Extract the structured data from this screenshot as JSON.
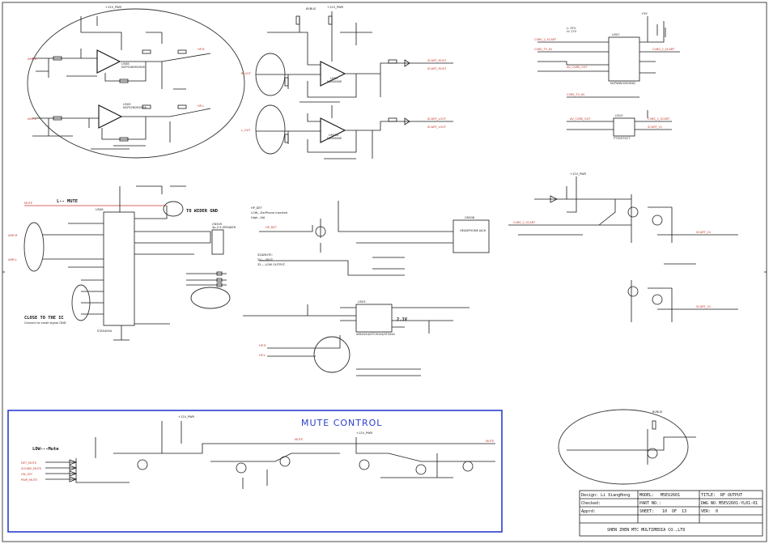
{
  "ic_labels": {
    "u508_ref": "U508",
    "u508_part": "NCP5260M2006",
    "u509_ref": "U509",
    "u509_part": "NCP5260M2006",
    "u505_ref": "U505",
    "u505_part": "NJM4580E",
    "u504_ref": "U504A",
    "u504_part": "NJM4580E",
    "u507_ref": "U507",
    "u507_part": "NCPWW3330E0D",
    "u510_ref": "U510",
    "u510_part": "FT3557SCT",
    "u506_ref": "U506",
    "u506_part": "STA540SA",
    "u503_ref": "U503",
    "u503_part": "APA2044/STC5044/SF2044",
    "jack_ref": "CN508",
    "jack_part": "HEADPHONE JACK",
    "spk_ref": "CN509",
    "spk_part": "4p-2.5-SPEAKER"
  },
  "net_labels": {
    "mute": "MUTE",
    "amp_r": "AMP-R",
    "amp_l": "AMP-L",
    "hp_r": "HP-R",
    "hp_l": "HP-L",
    "l_out": "L_OUT",
    "r_out": "R_OUT",
    "scart_rout": "SCART_ROUT",
    "scart_lout": "SCART_LOUT",
    "hp_det": "HP_DET",
    "cvbs_scart": "CVBS_2_SCART",
    "cvbs_tv": "CVBS_TV_IN",
    "av_out": "AV_CVBS_OUT",
    "scart_v": "SCART_V1",
    "pwr_12v": "+12V_PWR",
    "vcc_5v": "+5V",
    "pwr_8v": "8VBUS"
  },
  "annotations": {
    "l_mute": "L-- MUTE",
    "wider_gnd": "TO WIDER GND",
    "close_ic_1": "CLOSE TO THE IC",
    "close_ic_2": "Connect to small signal GND",
    "hp_det_1": "HP_DET",
    "hp_det_2": "LOW---EarPhone inserted",
    "hp_det_3": "High---NA",
    "sel_1": "32ΩMUTE:",
    "sel_2": "2V----30UT",
    "sel_3": "32----LOW OUTPUT.",
    "v21": "2.1V",
    "low_mute": "LOW---Mute",
    "pwr_note_1": "L: STV",
    "pwr_note_2": "H: 17V"
  },
  "mute_section": {
    "title": "MUTE CONTROL",
    "inputs": [
      "DET_MUTE",
      "SOUND_MUTE",
      "ON_OFF",
      "PWR_MUTE"
    ]
  },
  "title_block": {
    "design_label": "Design: Li XiangHong",
    "model_label": "MODEL:",
    "model_value": "M5EV2601",
    "title_label": "TITLE:",
    "title_value": "RF OUTPUT",
    "checked_label": "Checked:",
    "part_label": "PART NO.:",
    "dwg_label": "DWG NO.",
    "dwg_value": "M5EV2601-YL01-01",
    "apprd_label": "Apprd:",
    "sheet_label": "SHEET:",
    "sheet_value": "10",
    "of_label": "OF",
    "of_value": "13",
    "ver_label": "VER:",
    "ver_value": "0",
    "company": "SHEN ZHEN MTC MULTIMEDIA CO.,LTD"
  }
}
